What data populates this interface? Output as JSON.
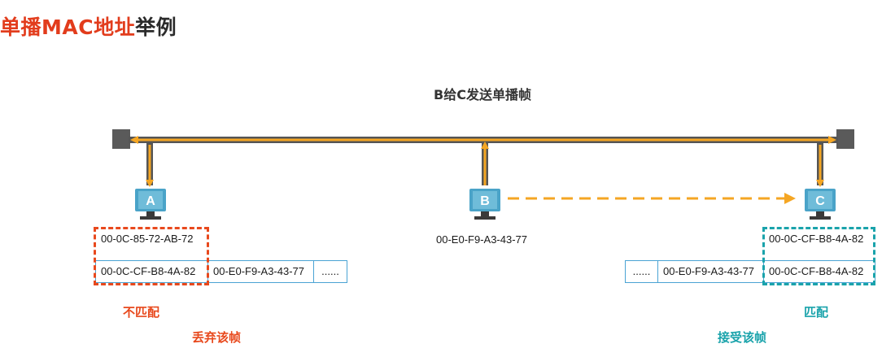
{
  "header": {
    "title_part_red": "单播MAC地址",
    "title_part_dark": "举例"
  },
  "diagram": {
    "subtitle": "B给C发送单播帧",
    "hosts": {
      "A": {
        "label": "A",
        "mac": "00-0C-85-72-AB-72"
      },
      "B": {
        "label": "B",
        "mac": "00-E0-F9-A3-43-77"
      },
      "C": {
        "label": "C",
        "mac": "00-0C-CF-B8-4A-82"
      }
    },
    "frame_left": {
      "dest": "00-0C-CF-B8-4A-82",
      "src": "00-E0-F9-A3-43-77",
      "payload": "......"
    },
    "frame_right": {
      "payload": "......",
      "src": "00-E0-F9-A3-43-77",
      "dest": "00-0C-CF-B8-4A-82"
    },
    "result_A": {
      "match": "不匹配",
      "action": "丢弃该帧"
    },
    "result_C": {
      "match": "匹配",
      "action": "接受该帧"
    }
  },
  "colors": {
    "mismatch": "#e8491d",
    "match": "#1aa3ab",
    "bus": "#555555",
    "signal": "#f5a623",
    "monitor": "#4aa3c8"
  }
}
